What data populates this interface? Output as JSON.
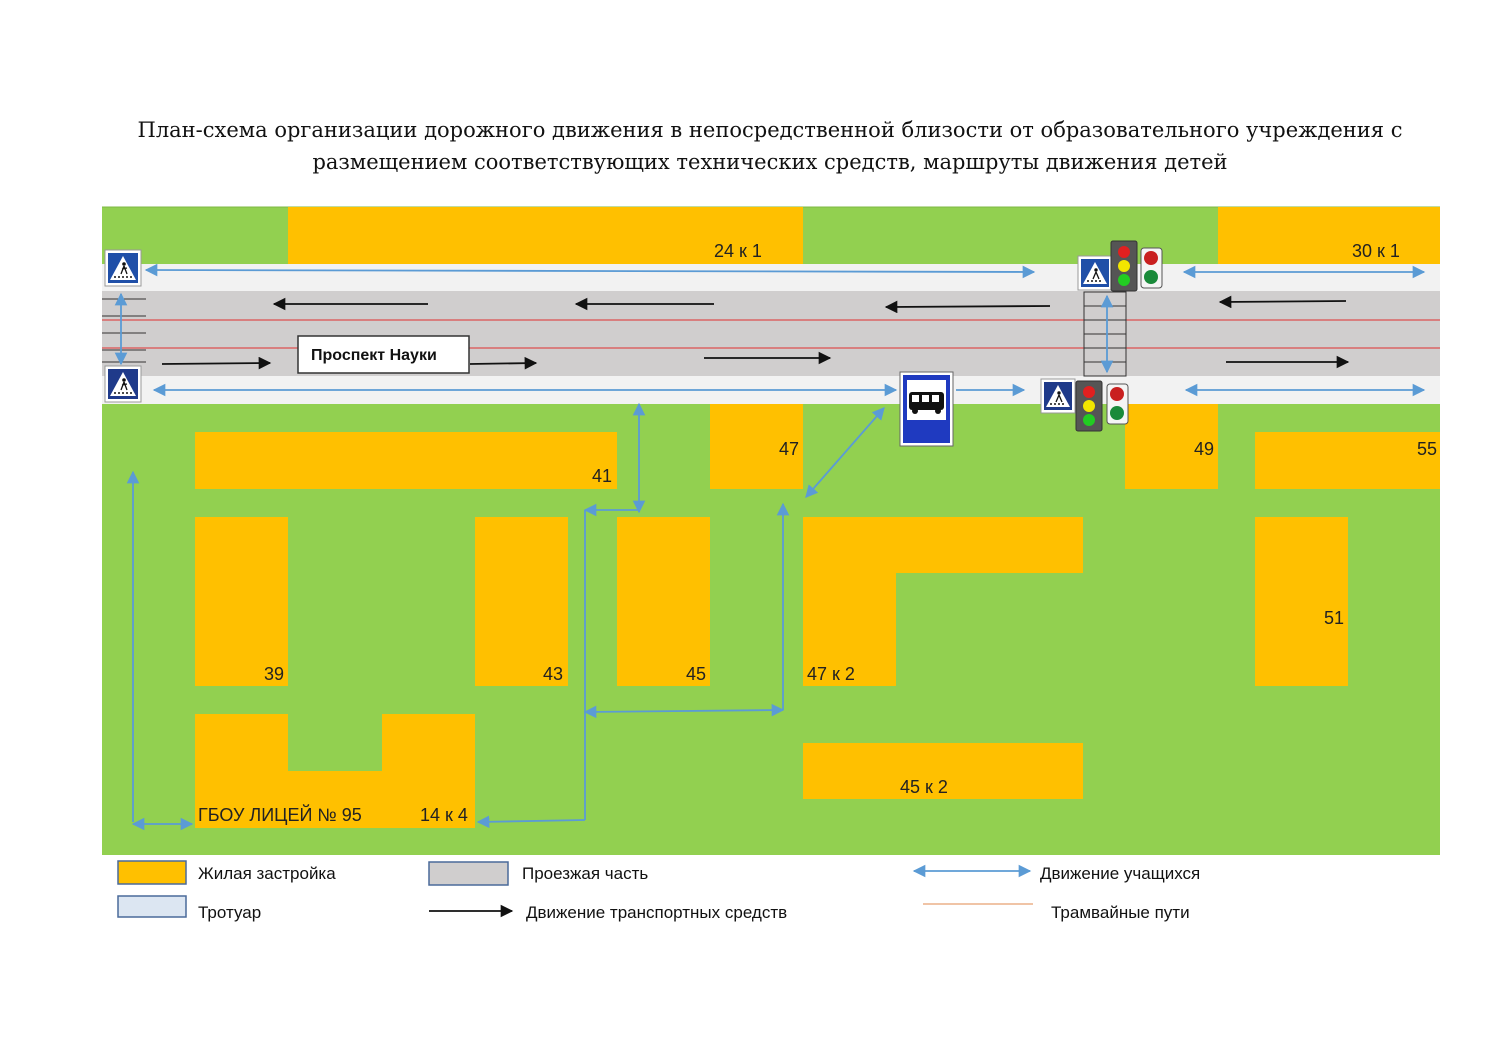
{
  "title": {
    "line1": "План-схема организации дорожного движения в непосредственной близости от образовательного учреждения с",
    "line2": "размещением соответствующих технических средств, маршруты движения детей"
  },
  "street": {
    "name": "Проспект Науки"
  },
  "buildings": {
    "b24k1": "24 к 1",
    "b30k1": "30 к 1",
    "b41": "41",
    "b47": "47",
    "b49": "49",
    "b55": "55",
    "b39": "39",
    "b43": "43",
    "b45": "45",
    "b47k2": "47 к 2",
    "b51": "51",
    "b45k2": "45 к 2",
    "school": "ГБОУ ЛИЦЕЙ № 95",
    "b14k4": "14 к 4"
  },
  "legend": {
    "housing": "Жилая застройка",
    "road": "Проезжая часть",
    "students": "Движение учащихся",
    "sidewalk": "Тротуар",
    "traffic": "Движение транспортных средств",
    "tram": "Трамвайные пути"
  },
  "colors": {
    "grass": "#92d050",
    "building": "#ffc000",
    "road": "#d0cece",
    "sidewalk": "#f2f2f2",
    "student_route": "#5b9bd5",
    "tram_line": "#e03030",
    "vehicle_arrow": "#111111",
    "sign_blue": "#1f4fa8"
  },
  "icons": [
    "pedestrian-crossing-sign-icon",
    "traffic-light-icon",
    "pedestrian-light-icon",
    "bus-stop-sign-icon"
  ]
}
